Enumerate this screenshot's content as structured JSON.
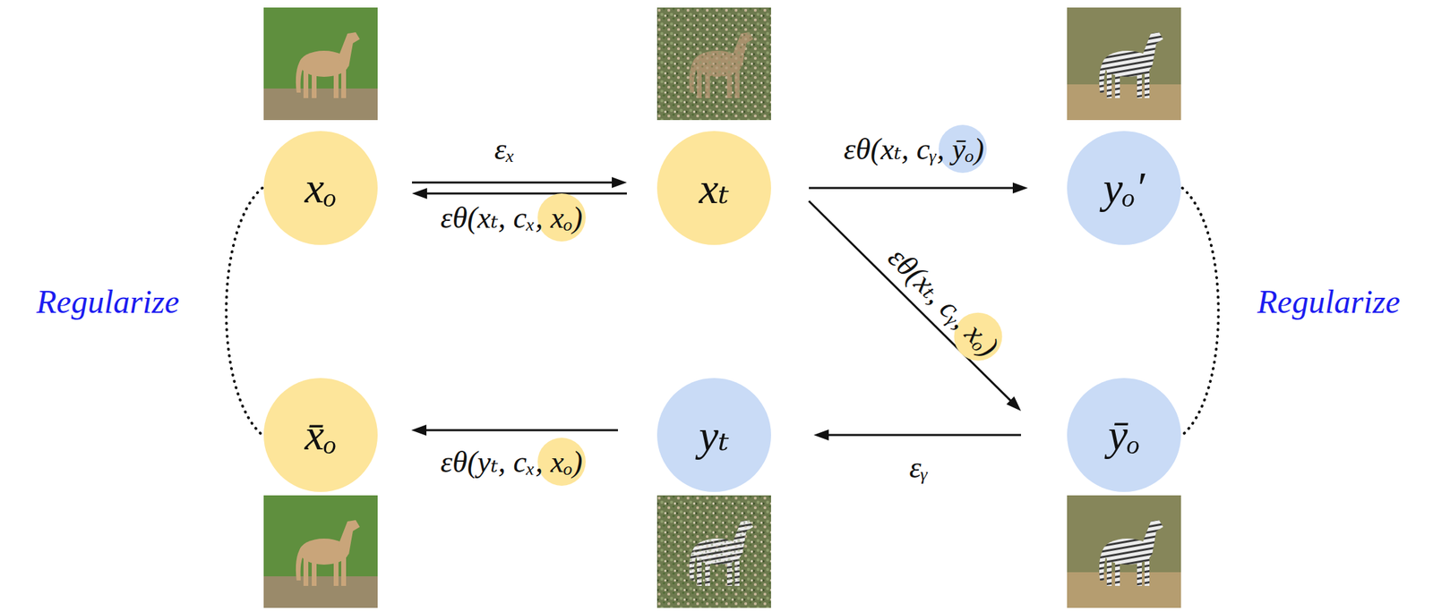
{
  "diagram": {
    "nodes": [
      {
        "text": [
          "xₒ"
        ]
      },
      {
        "text": [
          "xₜ"
        ]
      },
      {
        "text": [
          "yₒ′"
        ]
      },
      {
        "text": [
          "x̄ₒ"
        ]
      },
      {
        "text": [
          "yₜ"
        ]
      },
      {
        "text": [
          "ȳₒ"
        ]
      }
    ],
    "edges": [
      {
        "from": 0,
        "to": 1,
        "arrow": "to",
        "label": "εₓ"
      },
      {
        "from": 1,
        "to": 0,
        "arrow": "to",
        "label": "εθ(xₜ, cₓ, xₒ)"
      },
      {
        "from": 1,
        "to": 2,
        "arrow": "to",
        "label": "εθ(xₜ, cᵧ, ȳₒ)"
      },
      {
        "from": 1,
        "to": 5,
        "arrow": "to",
        "label": "εθ(xₜ, cᵧ, xₒ)"
      },
      {
        "from": 5,
        "to": 4,
        "arrow": "to",
        "label": "εᵧ"
      },
      {
        "from": 4,
        "to": 3,
        "arrow": "to",
        "label": "εθ(yₜ, cₓ, xₒ)"
      },
      {
        "from": 0,
        "to": 3,
        "arrow": "none",
        "label": "Regularize"
      },
      {
        "from": 2,
        "to": 5,
        "arrow": "none",
        "label": "Regularize"
      }
    ]
  }
}
